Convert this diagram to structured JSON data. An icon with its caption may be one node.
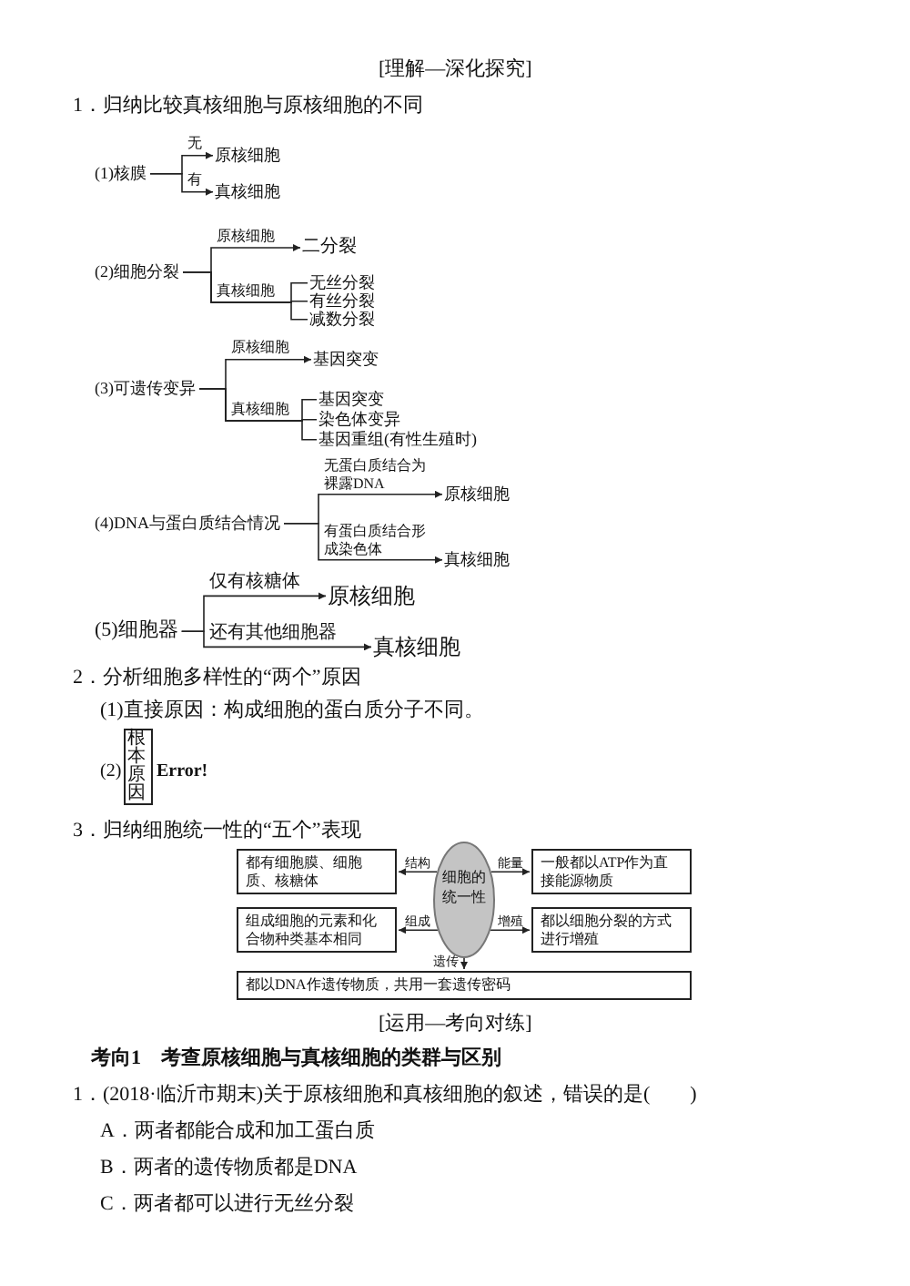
{
  "diagram": {
    "nodes": [
      {
        "text": [
          "(1)核膜"
        ]
      },
      {
        "text": [
          "原核细胞"
        ]
      },
      {
        "text": [
          "真核细胞"
        ]
      },
      {
        "text": [
          "(2)细胞分裂"
        ]
      },
      {
        "text": [
          "二分裂"
        ]
      },
      {
        "text": [
          "无丝分裂"
        ]
      },
      {
        "text": [
          "有丝分裂"
        ]
      },
      {
        "text": [
          "减数分裂"
        ]
      },
      {
        "text": [
          "(3)可遗传变异"
        ]
      },
      {
        "text": [
          "基因突变"
        ]
      },
      {
        "text": [
          "基因突变"
        ]
      },
      {
        "text": [
          "染色体变异"
        ]
      },
      {
        "text": [
          "基因重组(有性生殖时)"
        ]
      },
      {
        "text": [
          "(4)DNA与蛋白质结合情况"
        ]
      },
      {
        "text": [
          "原核细胞"
        ]
      },
      {
        "text": [
          "真核细胞"
        ]
      },
      {
        "text": [
          "(5)细胞器"
        ]
      },
      {
        "text": [
          "原核细胞"
        ]
      },
      {
        "text": [
          "真核细胞"
        ]
      },
      {
        "text": [
          "根本原因"
        ]
      },
      {
        "text": [
          "细胞的统一性"
        ]
      },
      {
        "text": [
          "都有细胞膜、细胞质、核糖体"
        ]
      },
      {
        "text": [
          "一般都以ATP作为直接能源物质"
        ]
      },
      {
        "text": [
          "组成细胞的元素和化合物种类基本相同"
        ]
      },
      {
        "text": [
          "都以细胞分裂的方式进行增殖"
        ]
      },
      {
        "text": [
          "都以DNA作遗传物质，共用一套遗传密码"
        ]
      }
    ],
    "edges": [
      {
        "from": 0,
        "to": 1,
        "arrow": "to",
        "label": "无"
      },
      {
        "from": 0,
        "to": 2,
        "arrow": "to",
        "label": "有"
      },
      {
        "from": 3,
        "to": 4,
        "arrow": "to",
        "label": "原核细胞"
      },
      {
        "from": 3,
        "to": 5,
        "arrow": "none",
        "label": "真核细胞"
      },
      {
        "from": 3,
        "to": 6,
        "arrow": "none"
      },
      {
        "from": 3,
        "to": 7,
        "arrow": "none"
      },
      {
        "from": 8,
        "to": 9,
        "arrow": "to",
        "label": "原核细胞"
      },
      {
        "from": 8,
        "to": 10,
        "arrow": "none",
        "label": "真核细胞"
      },
      {
        "from": 8,
        "to": 11,
        "arrow": "none"
      },
      {
        "from": 8,
        "to": 12,
        "arrow": "none"
      },
      {
        "from": 13,
        "to": 14,
        "arrow": "to",
        "label": "无蛋白质结合为裸露DNA"
      },
      {
        "from": 13,
        "to": 15,
        "arrow": "to",
        "label": "有蛋白质结合形成染色体"
      },
      {
        "from": 16,
        "to": 17,
        "arrow": "to",
        "label": "仅有核糖体"
      },
      {
        "from": 16,
        "to": 18,
        "arrow": "to",
        "label": "还有其他细胞器"
      },
      {
        "from": 20,
        "to": 21,
        "arrow": "to",
        "label": "结构"
      },
      {
        "from": 20,
        "to": 22,
        "arrow": "to",
        "label": "能量"
      },
      {
        "from": 20,
        "to": 23,
        "arrow": "to",
        "label": "组成"
      },
      {
        "from": 20,
        "to": 24,
        "arrow": "to",
        "label": "增殖"
      },
      {
        "from": 20,
        "to": 25,
        "arrow": "to",
        "label": "遗传"
      }
    ],
    "labels": [
      "[理解—深化探究]",
      "1．归纳比较真核细胞与原核细胞的不同",
      "2．分析细胞多样性的“两个”原因",
      "(1)直接原因：构成细胞的蛋白质分子不同。",
      "(2)",
      "Error!",
      "3．归纳细胞统一性的“五个”表现",
      "[运用—考向对练]",
      "考向1　考查原核细胞与真核细胞的类群与区别",
      "1．(2018·临沂市期末)关于原核细胞和真核细胞的叙述，错误的是(　　)",
      "A．两者都能合成和加工蛋白质",
      "B．两者的遗传物质都是DNA",
      "C．两者都可以进行无丝分裂"
    ]
  }
}
